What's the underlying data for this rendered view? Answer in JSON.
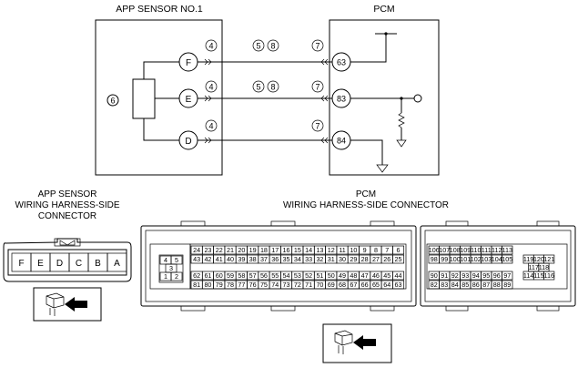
{
  "schematic": {
    "sensor_label": "APP SENSOR NO.1",
    "pcm_label": "PCM",
    "sensor_terminals": [
      "F",
      "E",
      "D"
    ],
    "pcm_terminals": [
      "63",
      "83",
      "84"
    ],
    "resistor_marker": "6",
    "wire_markers": {
      "row1": [
        "4",
        "5",
        "8",
        "7"
      ],
      "row2": [
        "4",
        "5",
        "8",
        "7"
      ],
      "row3": [
        "4",
        "7"
      ]
    }
  },
  "sensor_connector": {
    "title_lines": [
      "APP SENSOR",
      "WIRING HARNESS-SIDE",
      "CONNECTOR"
    ],
    "pins": [
      "F",
      "E",
      "D",
      "C",
      "B",
      "A"
    ]
  },
  "pcm_connector": {
    "title_lines": [
      "PCM",
      "WIRING HARNESS-SIDE CONNECTOR"
    ],
    "left_small": [
      [
        "4",
        "5"
      ],
      [
        "3"
      ],
      [
        "1",
        "2"
      ]
    ],
    "left_row1": [
      "24",
      "23",
      "22",
      "21",
      "20",
      "19",
      "18",
      "17",
      "16",
      "15",
      "14",
      "13",
      "12",
      "11",
      "10",
      "9",
      "8",
      "7",
      "6"
    ],
    "left_row2": [
      "43",
      "42",
      "41",
      "40",
      "39",
      "38",
      "37",
      "36",
      "35",
      "34",
      "33",
      "32",
      "31",
      "30",
      "29",
      "28",
      "27",
      "26",
      "25"
    ],
    "left_row3": [
      "62",
      "61",
      "60",
      "59",
      "58",
      "57",
      "56",
      "55",
      "54",
      "53",
      "52",
      "51",
      "50",
      "49",
      "48",
      "47",
      "46",
      "45",
      "44"
    ],
    "left_row4": [
      "81",
      "80",
      "79",
      "78",
      "77",
      "76",
      "75",
      "74",
      "73",
      "72",
      "71",
      "70",
      "69",
      "68",
      "67",
      "66",
      "65",
      "64",
      "63"
    ],
    "right_row1": [
      "106",
      "107",
      "108",
      "109",
      "110",
      "111",
      "112",
      "113"
    ],
    "right_row2": [
      "98",
      "99",
      "100",
      "101",
      "102",
      "103",
      "104",
      "105"
    ],
    "right_row3": [
      "90",
      "91",
      "92",
      "93",
      "94",
      "95",
      "96",
      "97"
    ],
    "right_row4": [
      "82",
      "83",
      "84",
      "85",
      "86",
      "87",
      "88",
      "89"
    ],
    "right_small": [
      [
        "119",
        "120",
        "121"
      ],
      [
        "117",
        "118"
      ],
      [
        "114",
        "115",
        "116"
      ]
    ]
  }
}
